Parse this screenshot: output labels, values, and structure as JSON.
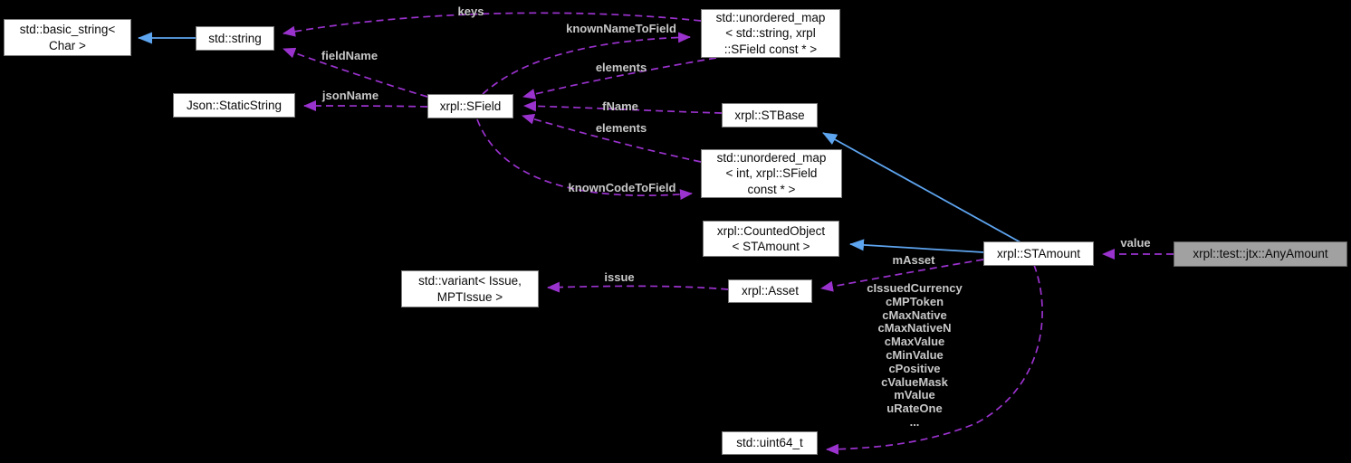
{
  "diagram": {
    "type": "class-collaboration-graph",
    "background": "#000000",
    "colors": {
      "node_fill": "#ffffff",
      "node_border": "#7c7c7c",
      "node_text": "#0a0a0a",
      "highlight_fill": "#a1a1a1",
      "dashed_edge": "#9a32cd",
      "inherit_edge": "#5ea5f0",
      "edge_label": "#c8c8c8"
    },
    "nodes": {
      "basic_string": {
        "label": "std::basic_string<\nChar >"
      },
      "string": {
        "label": "std::string"
      },
      "static_string": {
        "label": "Json::StaticString"
      },
      "sfield": {
        "label": "xrpl::SField"
      },
      "map_name": {
        "label": "std::unordered_map\n< std::string, xrpl\n::SField const * >"
      },
      "stbase": {
        "label": "xrpl::STBase"
      },
      "map_code": {
        "label": "std::unordered_map\n< int, xrpl::SField\nconst * >"
      },
      "counted_object": {
        "label": "xrpl::CountedObject\n< STAmount >"
      },
      "stamount": {
        "label": "xrpl::STAmount"
      },
      "any_amount": {
        "label": "xrpl::test::jtx::AnyAmount"
      },
      "variant": {
        "label": "std::variant< Issue,\nMPTIssue >"
      },
      "asset": {
        "label": "xrpl::Asset"
      },
      "uint64": {
        "label": "std::uint64_t"
      }
    },
    "edge_labels": {
      "keys": "keys",
      "known_name_to_field": "knownNameToField",
      "field_name": "fieldName",
      "json_name": "jsonName",
      "elements": "elements",
      "f_name": "fName",
      "known_code_to_field": "knownCodeToField",
      "m_asset": "mAsset",
      "issue": "issue",
      "value": "value"
    },
    "stamount_members": [
      "cIssuedCurrency",
      "cMPToken",
      "cMaxNative",
      "cMaxNativeN",
      "cMaxValue",
      "cMinValue",
      "cPositive",
      "cValueMask",
      "mValue",
      "uRateOne",
      "..."
    ]
  }
}
